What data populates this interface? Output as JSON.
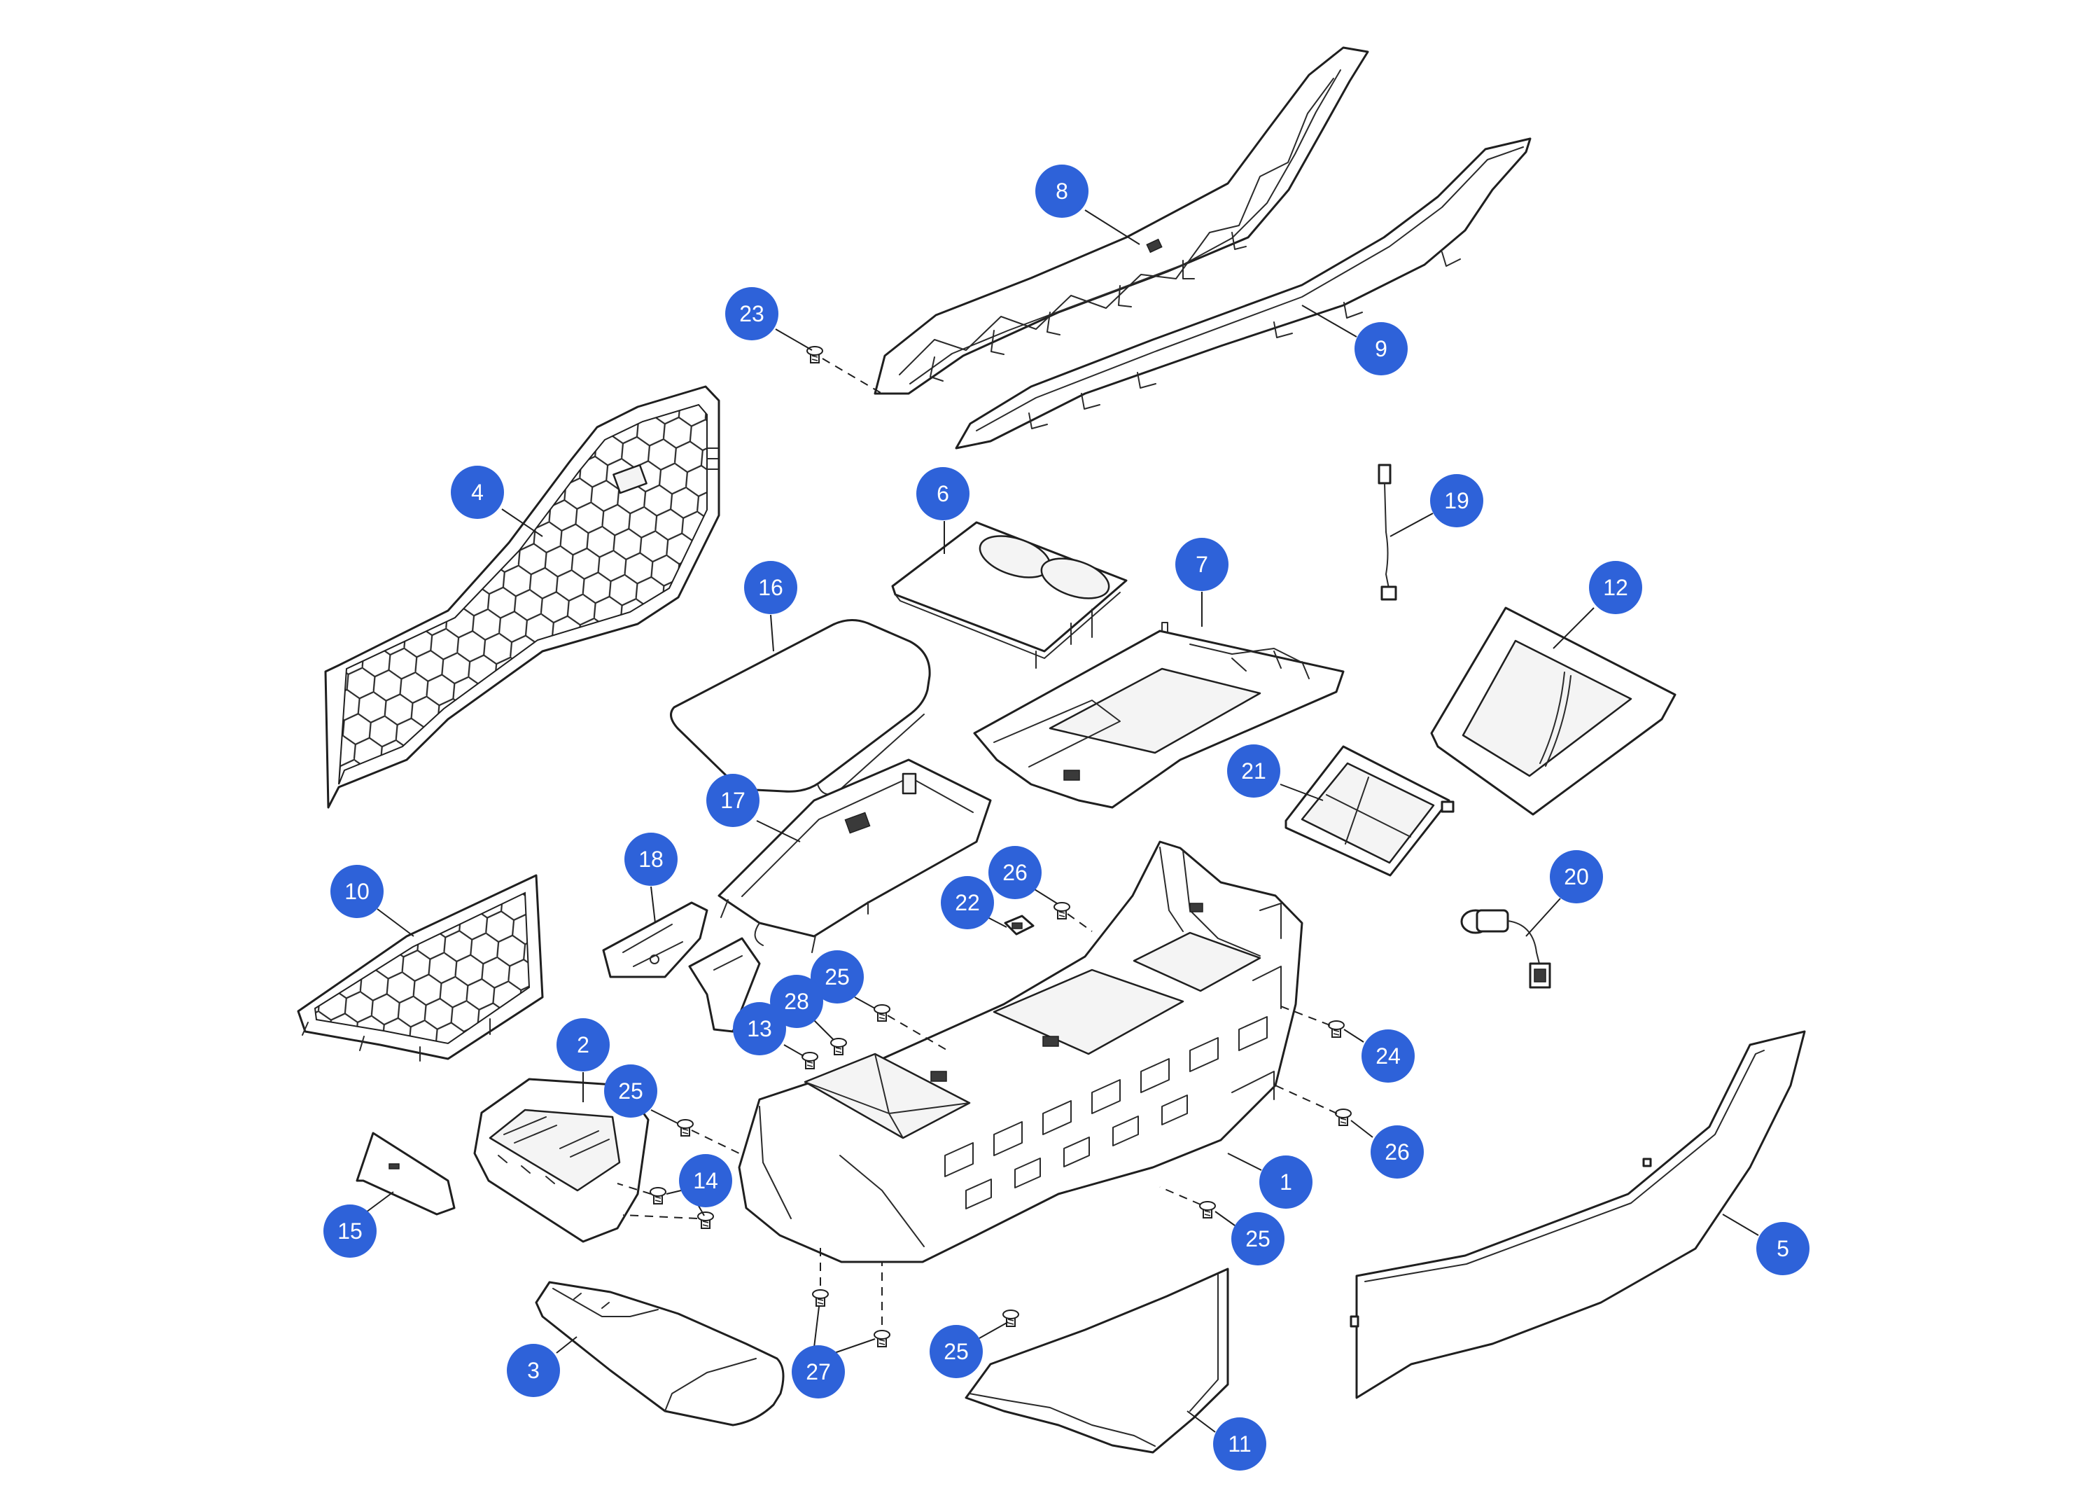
{
  "diagram": {
    "callout_color": "#2E62D9",
    "callouts": [
      {
        "label": "8"
      },
      {
        "label": "23"
      },
      {
        "label": "9"
      },
      {
        "label": "4"
      },
      {
        "label": "6"
      },
      {
        "label": "19"
      },
      {
        "label": "7"
      },
      {
        "label": "16"
      },
      {
        "label": "12"
      },
      {
        "label": "21"
      },
      {
        "label": "17"
      },
      {
        "label": "18"
      },
      {
        "label": "26"
      },
      {
        "label": "20"
      },
      {
        "label": "10"
      },
      {
        "label": "22"
      },
      {
        "label": "25"
      },
      {
        "label": "28"
      },
      {
        "label": "13"
      },
      {
        "label": "2"
      },
      {
        "label": "24"
      },
      {
        "label": "25"
      },
      {
        "label": "26"
      },
      {
        "label": "14"
      },
      {
        "label": "1"
      },
      {
        "label": "15"
      },
      {
        "label": "25"
      },
      {
        "label": "5"
      },
      {
        "label": "25"
      },
      {
        "label": "3"
      },
      {
        "label": "27"
      },
      {
        "label": "11"
      }
    ]
  }
}
